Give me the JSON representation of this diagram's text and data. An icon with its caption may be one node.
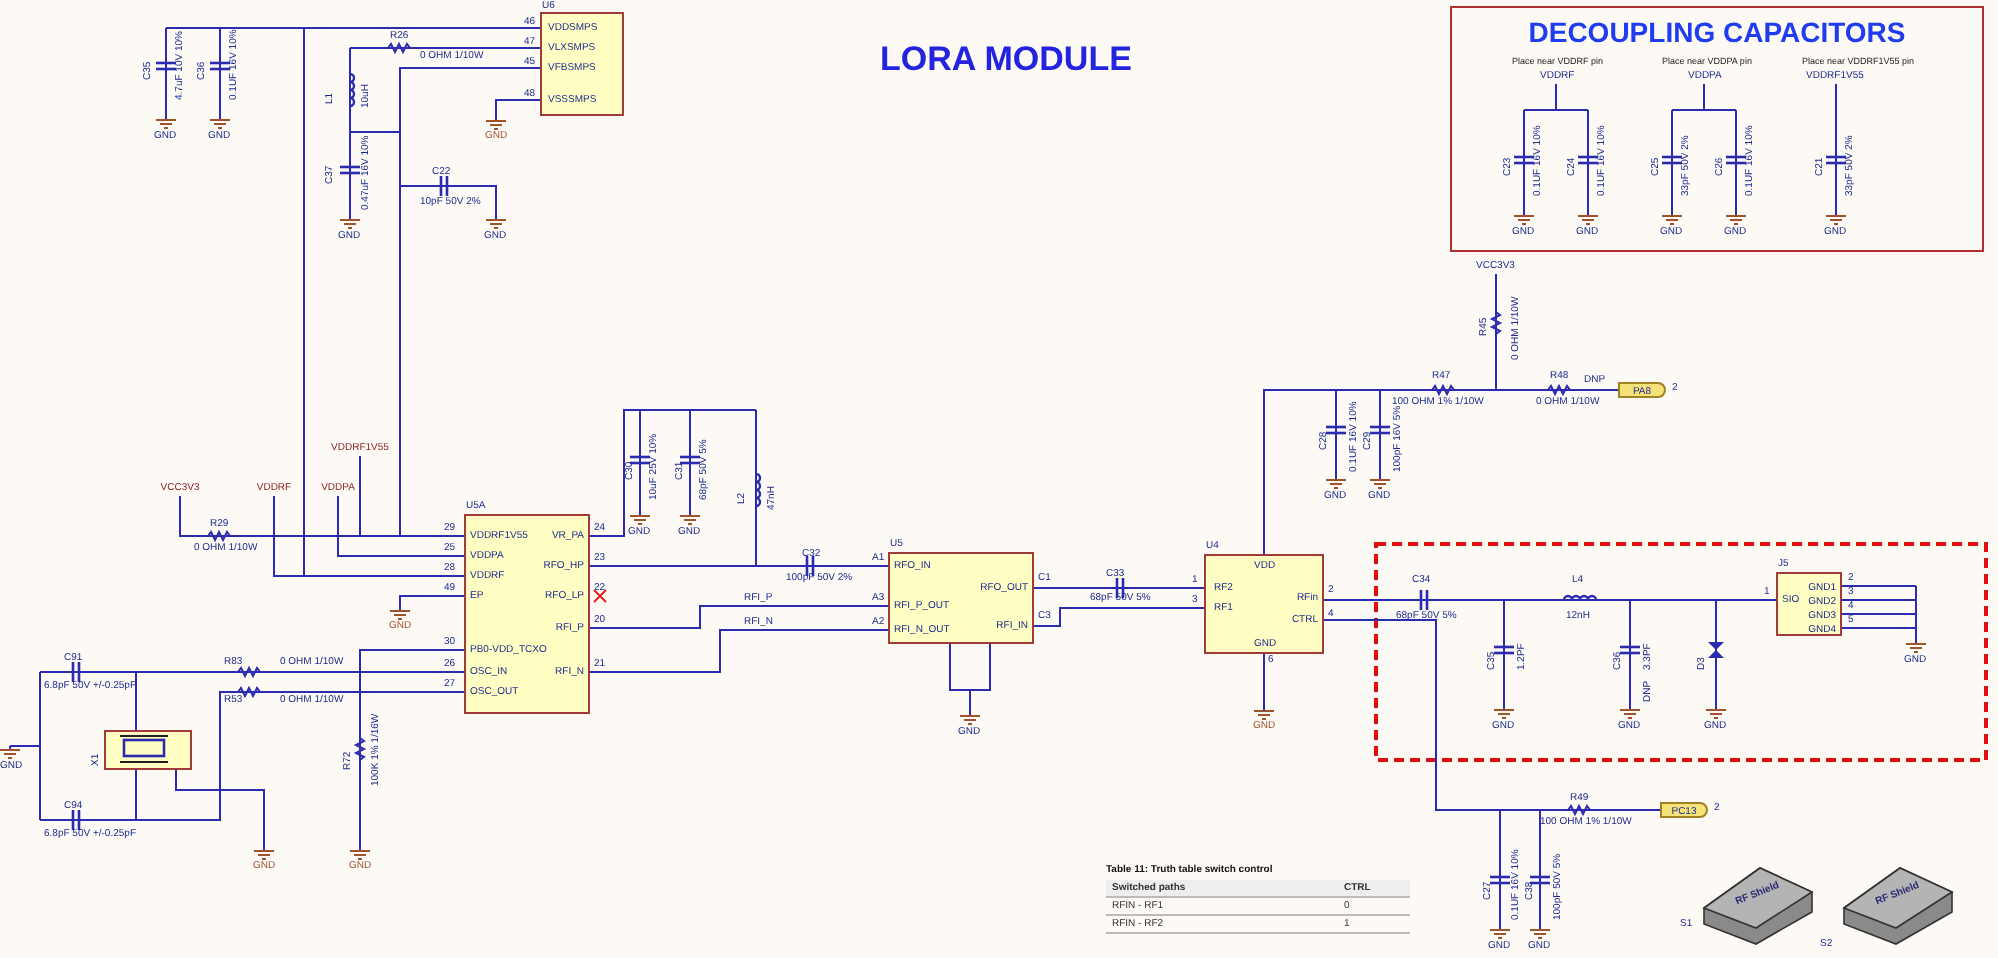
{
  "diagram": {
    "title": "LORA MODULE",
    "nodes": [
      {
        "text": [
          "U6",
          "VDDSMPS",
          "VLXSMPS",
          "VFBSMPS",
          "VSSSMPS"
        ]
      },
      {
        "text": [
          "U5A",
          "VDDRF1V55",
          "VDDPA",
          "VDDRF",
          "EP",
          "PB0-VDD_TCXO",
          "OSC_IN",
          "OSC_OUT",
          "VR_PA",
          "RFO_HP",
          "RFO_LP",
          "RFI_P",
          "RFI_N"
        ]
      },
      {
        "text": [
          "U5",
          "RFO_IN",
          "RFI_P_OUT",
          "RFI_N_OUT",
          "RFO_OUT",
          "RFI_IN"
        ]
      },
      {
        "text": [
          "U4",
          "VDD",
          "RF2",
          "RF1",
          "RFin",
          "CTRL",
          "GND"
        ]
      },
      {
        "text": [
          "J5",
          "SIO",
          "GND1",
          "GND2",
          "GND3",
          "GND4"
        ]
      },
      {
        "text": [
          "PA8"
        ]
      },
      {
        "text": [
          "PC13"
        ]
      },
      {
        "text": [
          "DECOUPLING CAPACITORS",
          "Place near VDDRF pin",
          "Place near VDDPA pin",
          "Place near VDDRF1V55 pin"
        ]
      },
      {
        "text": [
          "RF Shield"
        ],
        "beside": [
          "S1"
        ]
      },
      {
        "text": [
          "RF Shield"
        ],
        "beside": [
          "S2"
        ]
      },
      {
        "text": [
          "VCC3V3"
        ]
      },
      {
        "text": [
          "VDDRF"
        ]
      },
      {
        "text": [
          "VDDPA"
        ]
      },
      {
        "text": [
          "VDDRF1V55"
        ]
      },
      {
        "text": [
          "GND"
        ]
      },
      {
        "text": [
          "GND"
        ]
      },
      {
        "text": [
          "GND"
        ]
      },
      {
        "text": [],
        "shape": "box"
      },
      {
        "text": [
          "GND"
        ]
      },
      {
        "text": [
          "GND"
        ]
      }
    ],
    "edges": [
      {
        "from": 0,
        "to": 1,
        "arrow": "none"
      },
      {
        "from": 0,
        "to": 1,
        "arrow": "none"
      },
      {
        "from": 1,
        "to": 2,
        "arrow": "none"
      },
      {
        "from": 1,
        "to": 2,
        "arrow": "none"
      },
      {
        "from": 1,
        "to": 2,
        "arrow": "none"
      },
      {
        "from": 2,
        "to": 3,
        "arrow": "none"
      },
      {
        "from": 2,
        "to": 3,
        "arrow": "none"
      },
      {
        "from": 3,
        "to": 4,
        "arrow": "none"
      },
      {
        "from": 3,
        "to": 6,
        "arrow": "none"
      },
      {
        "from": 3,
        "to": 5,
        "arrow": "none"
      },
      {
        "from": 10,
        "to": 1,
        "arrow": "none"
      },
      {
        "from": 11,
        "to": 1,
        "arrow": "none"
      },
      {
        "from": 12,
        "to": 1,
        "arrow": "none"
      },
      {
        "from": 13,
        "to": 1,
        "arrow": "none"
      },
      {
        "from": 0,
        "to": 14,
        "arrow": "none"
      },
      {
        "from": 1,
        "to": 15,
        "arrow": "none"
      },
      {
        "from": 1,
        "to": 16,
        "arrow": "none"
      },
      {
        "from": 1,
        "to": 17,
        "arrow": "none"
      },
      {
        "from": 1,
        "to": 17,
        "arrow": "none"
      },
      {
        "from": 17,
        "to": 18,
        "arrow": "none"
      },
      {
        "from": 3,
        "to": 19,
        "arrow": "none"
      }
    ],
    "labels": [
      "C35",
      "4.7uF 10V 10%",
      "C36",
      "0.1UF 16V 10%",
      "GND",
      "GND",
      "R26",
      "0 OHM 1/10W",
      "46",
      "47",
      "45",
      "48",
      "L1",
      "10uH",
      "C37",
      "0.47uF 16V 10%",
      "GND",
      "C22",
      "10pF 50V 2%",
      "GND",
      "VDDRF",
      "VDDPA",
      "VDDRF1V55",
      "C23",
      "0.1UF 16V 10%",
      "C24",
      "0.1UF 16V 10%",
      "C25",
      "33pF 50V 2%",
      "C26",
      "0.1UF 16V 10%",
      "C21",
      "33pF 50V 2%",
      "GND",
      "GND",
      "GND",
      "GND",
      "GND",
      "R29",
      "0 OHM 1/10W",
      "29",
      "25",
      "28",
      "49",
      "30",
      "26",
      "27",
      "24",
      "23",
      "22",
      "20",
      "21",
      "C30",
      "10uF 25V 10%",
      "C31",
      "68pF 50V 5%",
      "GND",
      "GND",
      "L2",
      "47nH",
      "C32",
      "100pF 50V 2%",
      "A1",
      "A3",
      "A2",
      "RFI_P",
      "RFI_N",
      "C1",
      "C3",
      "C33",
      "68pF 50V 5%",
      "1",
      "3",
      "GND",
      "C91",
      "6.8pF 50V +/-0.25pF",
      "R83",
      "0 OHM 1/10W",
      "R53",
      "0 OHM 1/10W",
      "X1",
      "C94",
      "6.8pF 50V +/-0.25pF",
      "GND",
      "R72",
      "100K 1% 1/16W",
      "VCC3V3",
      "R45",
      "0 OHM 1/10W",
      "R47",
      "100 OHM 1% 1/10W",
      "R48",
      "0 OHM 1/10W",
      "DNP",
      "2",
      "C28",
      "0.1UF 16V 10%",
      "C29",
      "100pF 16V 5%",
      "GND",
      "GND",
      "2",
      "4",
      "6",
      "C34",
      "68pF 50V 5%",
      "L4",
      "12nH",
      "C35",
      "1.2PF",
      "C36",
      "3.3PF",
      "DNP",
      "D3",
      "1",
      "2",
      "3",
      "4",
      "5",
      "GND",
      "GND",
      "GND",
      "GND",
      "R49",
      "100 OHM 1% 1/10W",
      "2",
      "C27",
      "0.1UF 16V 10%",
      "C38",
      "100pF 50V 5%",
      "GND",
      "GND",
      "Table 11: Truth table switch control",
      "Switched paths",
      "CTRL",
      "RFIN - RF1",
      "0",
      "RFIN - RF2",
      "1"
    ]
  }
}
